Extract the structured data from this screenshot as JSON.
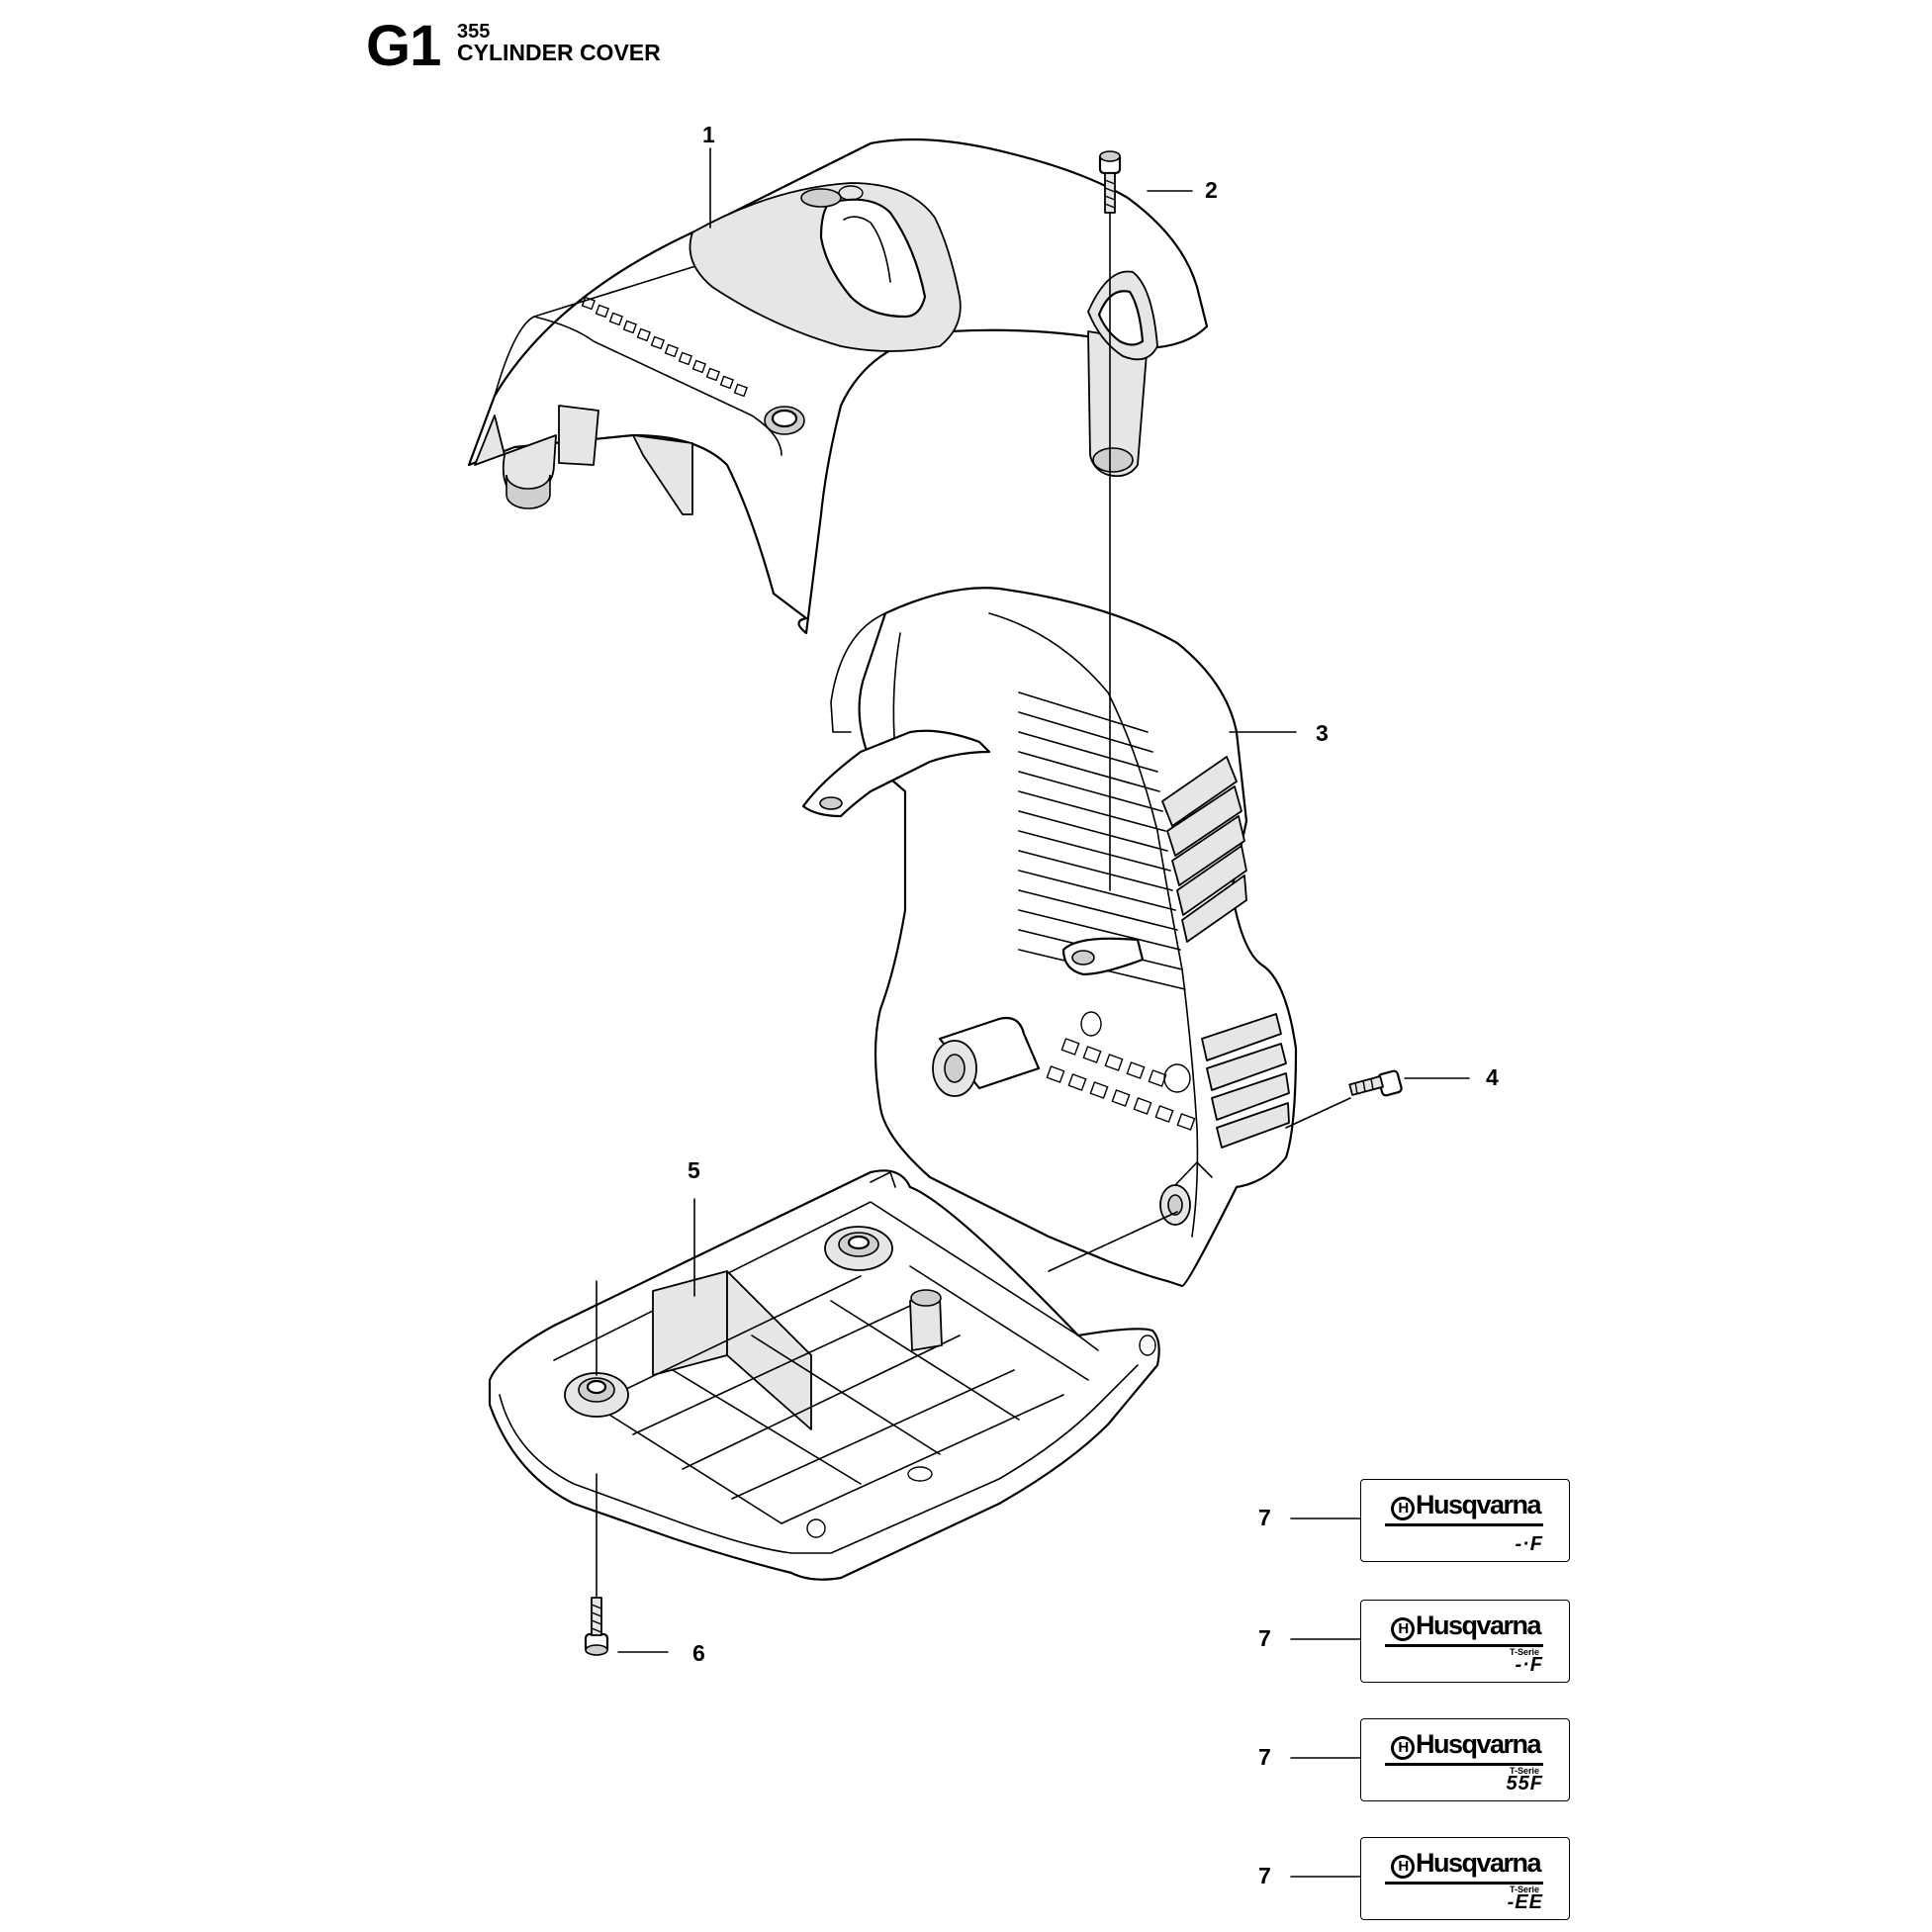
{
  "header": {
    "code": "G1",
    "model": "355",
    "title": "CYLINDER COVER"
  },
  "callouts": [
    "1",
    "2",
    "3",
    "4",
    "5",
    "6",
    "7",
    "7",
    "7",
    "7"
  ],
  "decals": [
    {
      "brand": "Husqvarna",
      "series": "",
      "model": "-·F"
    },
    {
      "brand": "Husqvarna",
      "series": "T-Serie",
      "model": "-·F"
    },
    {
      "brand": "Husqvarna",
      "series": "T-Serie",
      "model": "55F"
    },
    {
      "brand": "Husqvarna",
      "series": "T-Serie",
      "model": "-EE"
    }
  ],
  "icons": {
    "brand_mark": "H"
  }
}
